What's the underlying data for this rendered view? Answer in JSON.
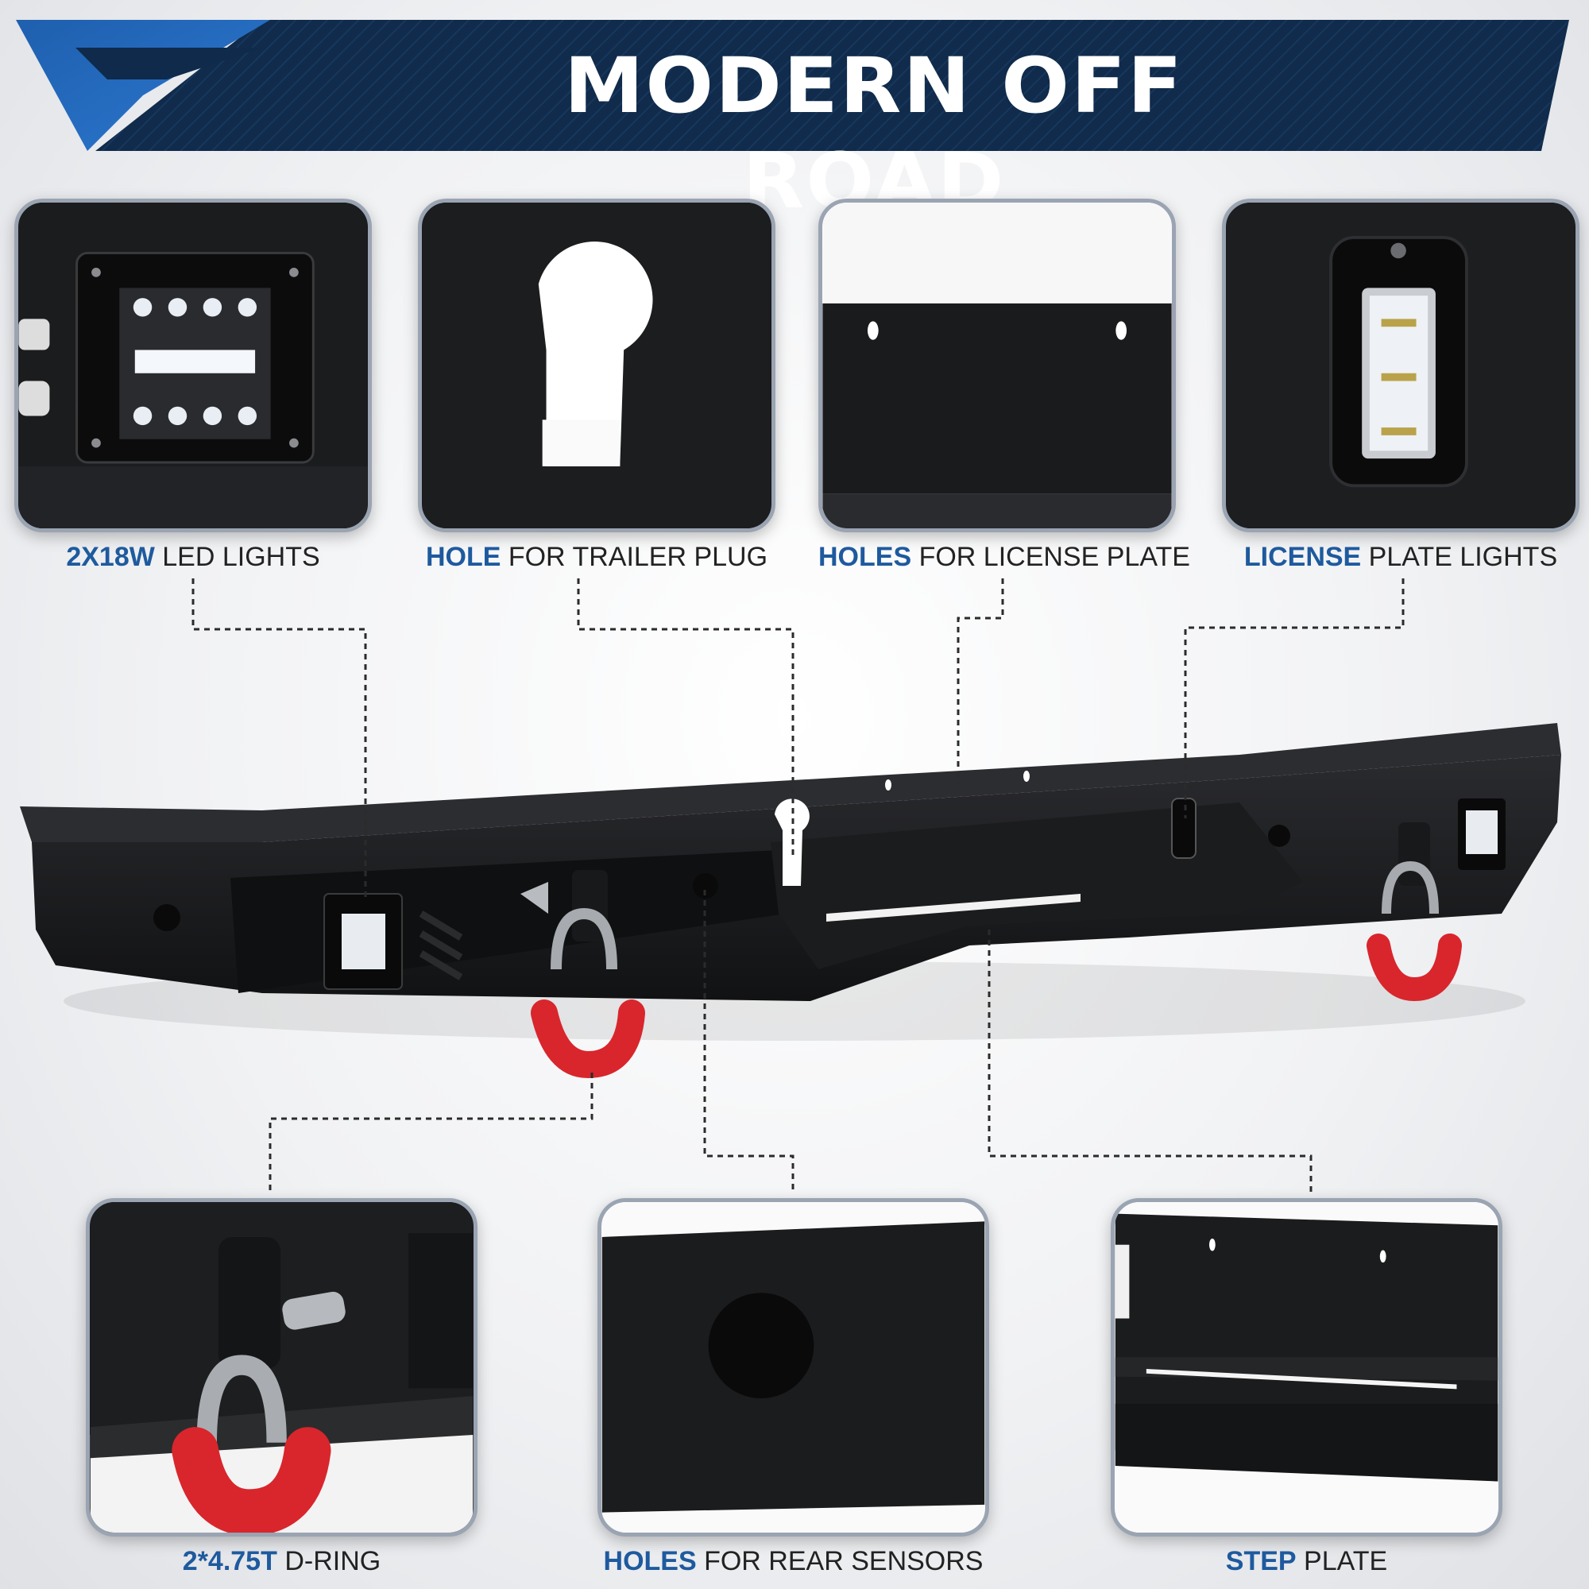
{
  "header": {
    "title": "MODERN OFF ROAD",
    "colors": {
      "banner": "#0f2a4a",
      "accent": "#2a6bb8",
      "highlight": "#1e5a9e"
    }
  },
  "features": [
    {
      "highlight": "2X18W",
      "text": " LED LIGHTS",
      "icon": "led-light-icon"
    },
    {
      "highlight": "HOLE",
      "text": " FOR TRAILER PLUG",
      "icon": "trailer-plug-hole-icon"
    },
    {
      "highlight": "HOLES",
      "text": " FOR LICENSE PLATE",
      "icon": "license-plate-holes-icon"
    },
    {
      "highlight": "LICENSE",
      "text": " PLATE LIGHTS",
      "icon": "plate-light-icon"
    },
    {
      "highlight": "2*4.75T",
      "text": " D-RING",
      "icon": "d-ring-icon"
    },
    {
      "highlight": "HOLES",
      "text": " FOR REAR SENSORS",
      "icon": "rear-sensor-hole-icon"
    },
    {
      "highlight": "STEP",
      "text": " PLATE",
      "icon": "step-plate-icon"
    }
  ]
}
